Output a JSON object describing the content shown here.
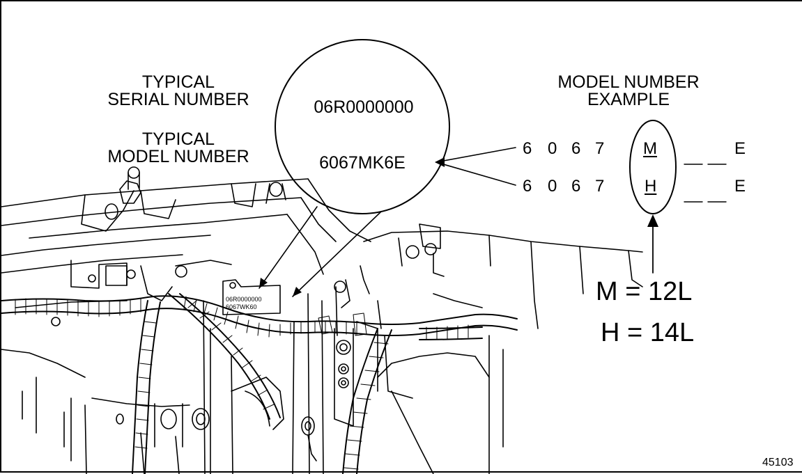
{
  "labels": {
    "typical_serial": [
      "TYPICAL",
      "SERIAL NUMBER"
    ],
    "typical_model": [
      "TYPICAL",
      "MODEL NUMBER"
    ],
    "model_example": [
      "MODEL NUMBER",
      "EXAMPLE"
    ]
  },
  "magnified_plate": {
    "serial_number": "06R0000000",
    "model_number": "6067MK6E"
  },
  "engine_plate": {
    "serial_line": "06R0000000",
    "model_line": "6067WK60"
  },
  "example_rows": [
    {
      "d1": "6",
      "d2": "0",
      "d3": "6",
      "d4": "7",
      "code": "M",
      "blanks": "_ _",
      "suffix": "E"
    },
    {
      "d1": "6",
      "d2": "0",
      "d3": "6",
      "d4": "7",
      "code": "H",
      "blanks": "_ _",
      "suffix": "E"
    }
  ],
  "legend": [
    {
      "text": "M = 12L"
    },
    {
      "text": "H = 14L"
    }
  ],
  "figure_number": "45103"
}
